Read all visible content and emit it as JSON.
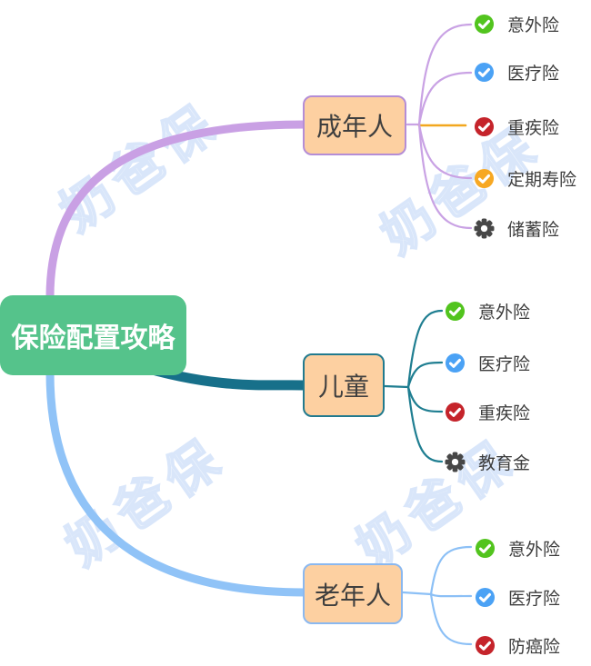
{
  "root": {
    "label": "保险配置攻略"
  },
  "watermark": {
    "text": "奶爸保"
  },
  "colors": {
    "canvas": "#ffffff",
    "root_fill": "#55c38b",
    "node_fill": "#fdd0a1",
    "node_text": "#3f3f3f",
    "leaf_text": "#3c3c3c"
  },
  "branches": [
    {
      "label": "成年人",
      "border_color": "#b48dd6",
      "trunk_color": "#c9a0e4",
      "line_color": "#c9a2e4",
      "children": [
        {
          "label": "意外险",
          "icon": "check-circle",
          "icon_color": "#52c41e"
        },
        {
          "label": "医疗险",
          "icon": "check-circle",
          "icon_color": "#4ba2f5"
        },
        {
          "label": "重疾险",
          "icon": "check-circle",
          "icon_color": "#c5242b",
          "line_color": "#f2a71f"
        },
        {
          "label": "定期寿险",
          "icon": "check-circle",
          "icon_color": "#f7a823"
        },
        {
          "label": "储蓄险",
          "icon": "gear",
          "icon_color": "#474747"
        }
      ]
    },
    {
      "label": "儿童",
      "border_color": "#217a8e",
      "trunk_color": "#17708a",
      "line_color": "#1f7e91",
      "children": [
        {
          "label": "意外险",
          "icon": "check-circle",
          "icon_color": "#52c41e"
        },
        {
          "label": "医疗险",
          "icon": "check-circle",
          "icon_color": "#4ba2f5"
        },
        {
          "label": "重疾险",
          "icon": "check-circle",
          "icon_color": "#c5242b"
        },
        {
          "label": "教育金",
          "icon": "gear",
          "icon_color": "#474747"
        }
      ]
    },
    {
      "label": "老年人",
      "border_color": "#8ab8f0",
      "trunk_color": "#90c3f7",
      "line_color": "#8cc0f6",
      "children": [
        {
          "label": "意外险",
          "icon": "check-circle",
          "icon_color": "#52c41e"
        },
        {
          "label": "医疗险",
          "icon": "check-circle",
          "icon_color": "#4ba2f5"
        },
        {
          "label": "防癌险",
          "icon": "check-circle",
          "icon_color": "#c5242b"
        }
      ]
    }
  ]
}
